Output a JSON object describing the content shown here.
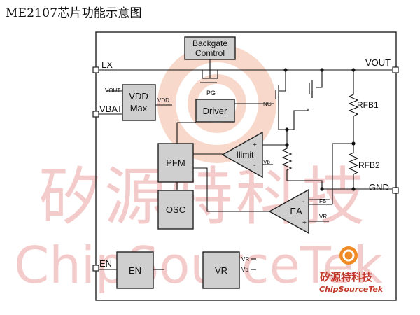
{
  "title": "ME2107芯片功能示意图",
  "blocks": {
    "backgate_line1": "Backgate",
    "backgate_line2": "Comtrol",
    "vdd_max_line1": "VDD",
    "vdd_max_line2": "Max",
    "driver": "Driver",
    "pfm": "PFM",
    "osc": "OSC",
    "ilimit": "Ilimit",
    "ea": "EA",
    "en": "EN",
    "vr": "VR"
  },
  "pins": {
    "lx": "LX",
    "vbat": "VBAT",
    "vout": "VOUT",
    "gnd": "GND",
    "en": "EN"
  },
  "signals": {
    "pg": "PG",
    "ng": "NG",
    "vout_small": "VOUT",
    "vdd_small": "VDD",
    "vb": "Vb",
    "fb": "FB",
    "vr_small": "VR",
    "vr_out": "VR",
    "vb_out": "Vb",
    "plus": "+",
    "minus": "-"
  },
  "resistors": {
    "rfb1": "RFB1",
    "rfb2": "RFB2"
  },
  "watermark": {
    "cn": "矽源特科技",
    "en": "ChipSourceTek"
  },
  "logo": {
    "cn": "矽源特科技",
    "en": "ChipSourceTek",
    "colors": {
      "cn": "#c0392b",
      "en": "#c0392b",
      "badge": "#f08a24"
    }
  }
}
